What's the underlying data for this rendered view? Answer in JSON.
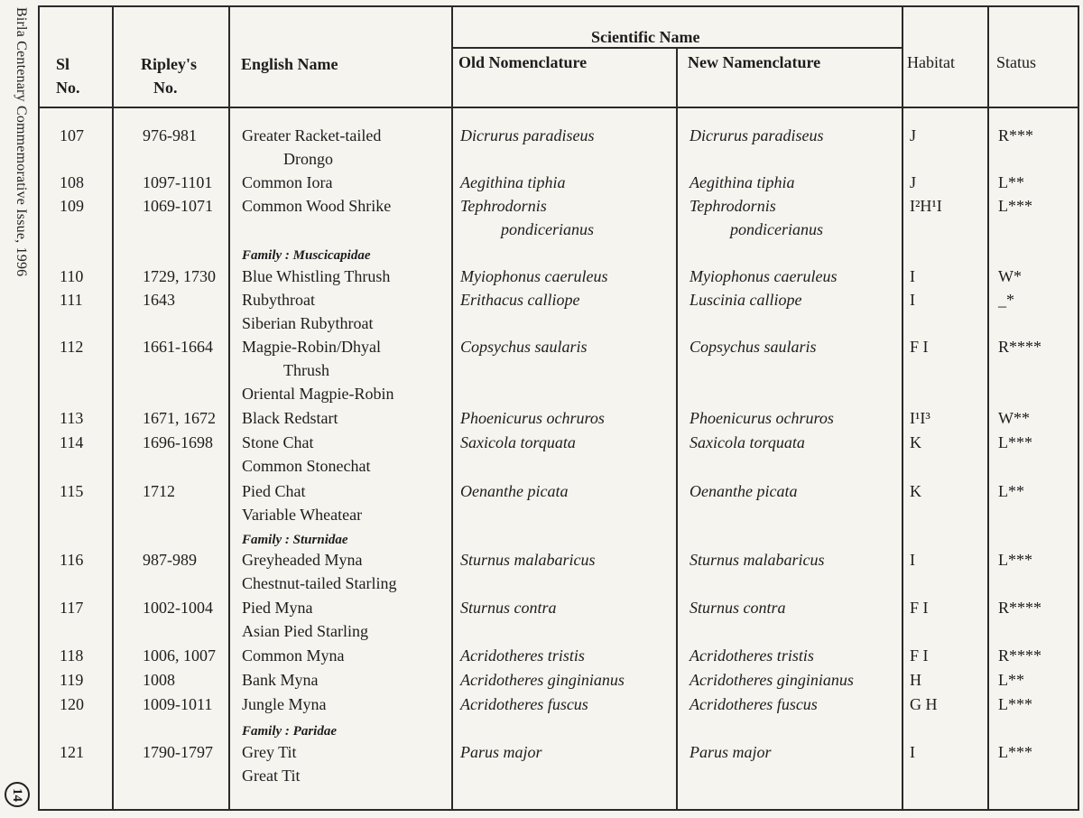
{
  "side": {
    "text": "Birla Centenary Commemorative Issue, 1996",
    "page": "14"
  },
  "headers": {
    "sl": [
      "Sl",
      "No."
    ],
    "ripley": [
      "Ripley's",
      "No."
    ],
    "english": "English Name",
    "scientific": "Scientific Name",
    "old": "Old Nomenclature",
    "new": "New Namenclature",
    "habitat": "Habitat",
    "status": "Status"
  },
  "rows": [
    {
      "sl": "107",
      "ripley": "976-981",
      "english": [
        "Greater Racket-tailed",
        "Drongo"
      ],
      "old": [
        "Dicrurus paradiseus"
      ],
      "new": [
        "Dicrurus paradiseus"
      ],
      "habitat": "J",
      "status": "R***"
    },
    {
      "sl": "108",
      "ripley": "1097-1101",
      "english": [
        "Common Iora"
      ],
      "old": [
        "Aegithina tiphia"
      ],
      "new": [
        "Aegithina tiphia"
      ],
      "habitat": "J",
      "status": "L**"
    },
    {
      "sl": "109",
      "ripley": "1069-1071",
      "english": [
        "Common Wood Shrike"
      ],
      "old": [
        "Tephrodornis",
        "pondicerianus"
      ],
      "new": [
        "Tephrodornis",
        "pondicerianus"
      ],
      "habitat": "I²H¹I",
      "status": "L***"
    },
    {
      "family": "Family : Muscicapidae"
    },
    {
      "sl": "110",
      "ripley": "1729, 1730",
      "english": [
        "Blue Whistling Thrush"
      ],
      "old": [
        "Myiophonus caeruleus"
      ],
      "new": [
        "Myiophonus caeruleus"
      ],
      "habitat": "I",
      "status": "W*"
    },
    {
      "sl": "111",
      "ripley": "1643",
      "english": [
        "Rubythroat",
        "Siberian Rubythroat"
      ],
      "old": [
        "Erithacus calliope"
      ],
      "new": [
        "Luscinia calliope"
      ],
      "habitat": "I",
      "status": "_*"
    },
    {
      "sl": "112",
      "ripley": "1661-1664",
      "english": [
        "Magpie-Robin/Dhyal",
        "Thrush",
        "Oriental Magpie-Robin"
      ],
      "old": [
        "Copsychus saularis"
      ],
      "new": [
        "Copsychus saularis"
      ],
      "habitat": "F I",
      "status": "R****"
    },
    {
      "sl": "113",
      "ripley": "1671, 1672",
      "english": [
        "Black Redstart"
      ],
      "old": [
        "Phoenicurus ochruros"
      ],
      "new": [
        "Phoenicurus ochruros"
      ],
      "habitat": "I¹I³",
      "status": "W**"
    },
    {
      "sl": "114",
      "ripley": "1696-1698",
      "english": [
        "Stone Chat",
        "Common Stonechat"
      ],
      "old": [
        "Saxicola torquata"
      ],
      "new": [
        "Saxicola torquata"
      ],
      "habitat": "K",
      "status": "L***"
    },
    {
      "sl": "115",
      "ripley": "1712",
      "english": [
        "Pied Chat",
        "Variable Wheatear"
      ],
      "old": [
        "Oenanthe picata"
      ],
      "new": [
        "Oenanthe picata"
      ],
      "habitat": "K",
      "status": "L**"
    },
    {
      "family": "Family : Sturnidae"
    },
    {
      "sl": "116",
      "ripley": "987-989",
      "english": [
        "Greyheaded Myna",
        "Chestnut-tailed Starling"
      ],
      "old": [
        "Sturnus malabaricus"
      ],
      "new": [
        "Sturnus malabaricus"
      ],
      "habitat": "I",
      "status": "L***"
    },
    {
      "sl": "117",
      "ripley": "1002-1004",
      "english": [
        "Pied Myna",
        "Asian Pied Starling"
      ],
      "old": [
        "Sturnus contra"
      ],
      "new": [
        "Sturnus contra"
      ],
      "habitat": "F I",
      "status": "R****"
    },
    {
      "sl": "118",
      "ripley": "1006, 1007",
      "english": [
        "Common Myna"
      ],
      "old": [
        "Acridotheres tristis"
      ],
      "new": [
        "Acridotheres tristis"
      ],
      "habitat": "F I",
      "status": "R****"
    },
    {
      "sl": "119",
      "ripley": "1008",
      "english": [
        "Bank Myna"
      ],
      "old": [
        "Acridotheres ginginianus"
      ],
      "new": [
        "Acridotheres ginginianus"
      ],
      "habitat": "H",
      "status": "L**"
    },
    {
      "sl": "120",
      "ripley": "1009-1011",
      "english": [
        "Jungle Myna"
      ],
      "old": [
        "Acridotheres fuscus"
      ],
      "new": [
        "Acridotheres fuscus"
      ],
      "habitat": "G H",
      "status": "L***"
    },
    {
      "family": "Family : Paridae"
    },
    {
      "sl": "121",
      "ripley": "1790-1797",
      "english": [
        "Grey Tit",
        "Great Tit"
      ],
      "old": [
        "Parus major"
      ],
      "new": [
        "Parus major"
      ],
      "habitat": "I",
      "status": "L***"
    }
  ]
}
